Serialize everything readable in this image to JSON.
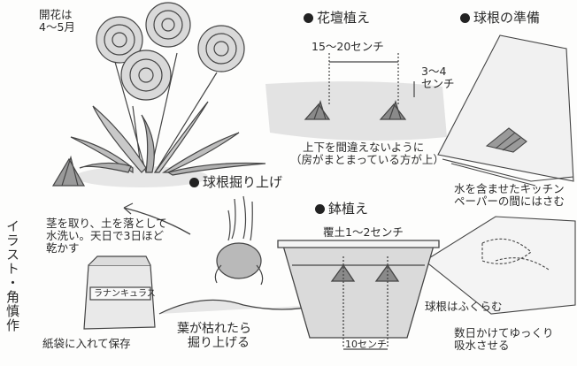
{
  "credit": "イラスト・角慎作",
  "flower_note": {
    "line1": "開花は",
    "line2": "4～5月"
  },
  "sections": {
    "garden": {
      "heading": "花壇植え",
      "spacing": "15～20センチ",
      "depth_line1": "3～4",
      "depth_line2": "センチ",
      "note_line1": "上下を間違えないように",
      "note_line2": "（房がまとまっている方が上）"
    },
    "prep": {
      "heading": "球根の準備",
      "note_line1": "水を含ませたキッチン",
      "note_line2": "ペーパーの間にはさむ",
      "swell": "球根はふくらむ",
      "note2_line1": "数日かけてゆっくり",
      "note2_line2": "吸水させる"
    },
    "dig": {
      "heading": "球根掘り上げ",
      "wash_line1": "茎を取り、土を落として",
      "wash_line2": "水洗い。天日で3日ほど",
      "wash_line3": "乾かす",
      "bag_label": "ラナンキュラス",
      "store": "紙袋に入れて保存",
      "wilt_line1": "葉が枯れたら",
      "wilt_line2": "掘り上げる"
    },
    "pot": {
      "heading": "鉢植え",
      "cover": "覆土1～2センチ",
      "spacing": "10センチ"
    }
  }
}
